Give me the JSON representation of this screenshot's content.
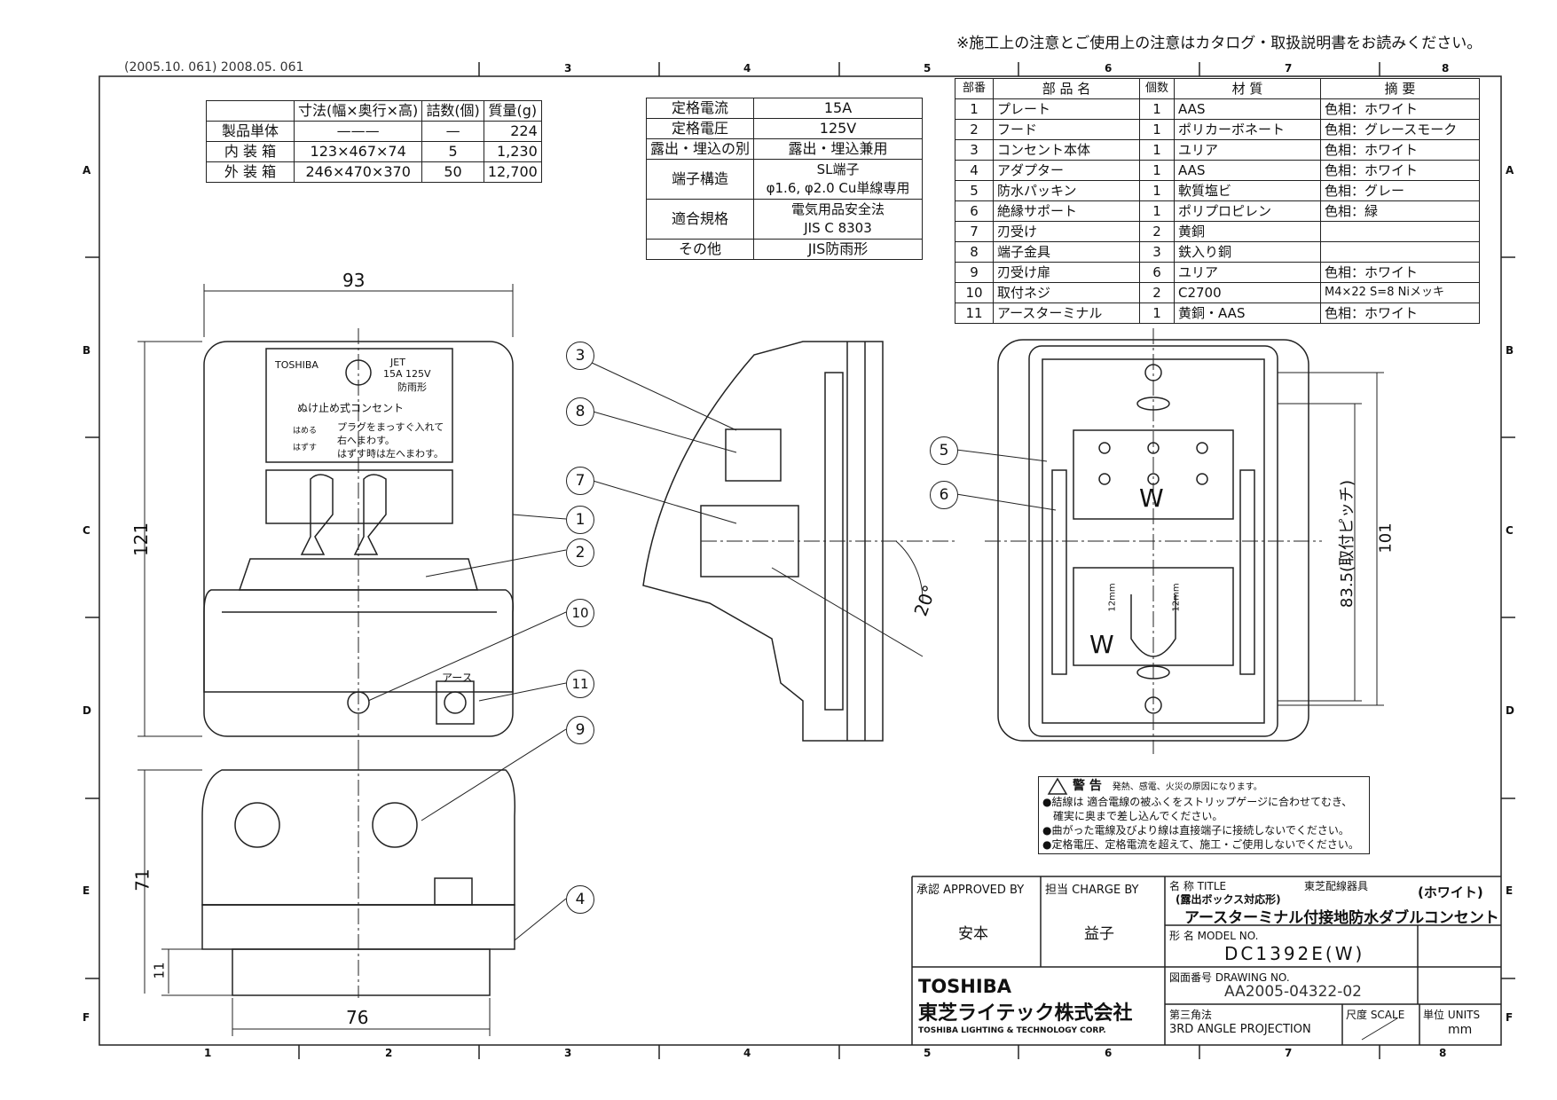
{
  "header": {
    "top_note": "※施工上の注意とご使用上の注意はカタログ・取扱説明書をお読みください。",
    "revision": "(2005.10. 061) 2008.05. 061"
  },
  "grid": {
    "columns": [
      "1",
      "2",
      "3",
      "4",
      "5",
      "6",
      "7",
      "8"
    ],
    "rows": [
      "A",
      "B",
      "C",
      "D",
      "E",
      "F"
    ]
  },
  "packing_table": {
    "headers": [
      "",
      "寸法(幅×奥行×高)",
      "詰数(個)",
      "質量(g)"
    ],
    "rows": [
      [
        "製品単体",
        "———",
        "—",
        "224"
      ],
      [
        "内 装 箱",
        "123×467×74",
        "5",
        "1,230"
      ],
      [
        "外 装 箱",
        "246×470×370",
        "50",
        "12,700"
      ]
    ]
  },
  "spec_table": {
    "rows": [
      [
        "定格電流",
        "15A"
      ],
      [
        "定格電圧",
        "125V"
      ],
      [
        "露出・埋込の別",
        "露出・埋込兼用"
      ],
      [
        "端子構造",
        "SL端子\nφ1.6, φ2.0 Cu単線専用"
      ],
      [
        "適合規格",
        "電気用品安全法\nJIS C 8303"
      ],
      [
        "その他",
        "JIS防雨形"
      ]
    ]
  },
  "parts_table": {
    "headers": [
      "部番",
      "部 品 名",
      "個数",
      "材 質",
      "摘 要"
    ],
    "rows": [
      [
        "1",
        "プレート",
        "1",
        "AAS",
        "色相：ホワイト"
      ],
      [
        "2",
        "フード",
        "1",
        "ポリカーボネート",
        "色相：グレースモーク"
      ],
      [
        "3",
        "コンセント本体",
        "1",
        "ユリア",
        "色相：ホワイト"
      ],
      [
        "4",
        "アダプター",
        "1",
        "AAS",
        "色相：ホワイト"
      ],
      [
        "5",
        "防水パッキン",
        "1",
        "軟質塩ビ",
        "色相：グレー"
      ],
      [
        "6",
        "絶縁サポート",
        "1",
        "ポリプロピレン",
        "色相：緑"
      ],
      [
        "7",
        "刃受け",
        "2",
        "黄銅",
        ""
      ],
      [
        "8",
        "端子金具",
        "3",
        "鉄入り銅",
        ""
      ],
      [
        "9",
        "刃受け扉",
        "6",
        "ユリア",
        "色相：ホワイト"
      ],
      [
        "10",
        "取付ネジ",
        "2",
        "C2700",
        "M4×22 S=8 Niメッキ"
      ],
      [
        "11",
        "アースターミナル",
        "1",
        "黄銅・AAS",
        "色相：ホワイト"
      ]
    ]
  },
  "dimensions": {
    "front_width": "93",
    "front_height": "121",
    "bottom_height": "71",
    "bottom_small": "11",
    "bottom_width": "76",
    "angle": "20°",
    "pitch": "83.5(取付ピッチ)",
    "rear_height": "101",
    "blade_1": "12mm",
    "blade_2": "12mm"
  },
  "plate": {
    "brand": "TOSHIBA",
    "jet": "JET",
    "rating": "15A 125V",
    "rain": "防雨形",
    "title": "ぬけ止め式コンセント",
    "insert": "はめる",
    "remove": "はずす",
    "instr1": "プラグをまっすぐ入れて",
    "instr2": "右へまわす。",
    "instr3": "はずす時は左へまわす。",
    "earth": "アース",
    "w1": "W",
    "w2": "W"
  },
  "callouts": [
    "1",
    "2",
    "3",
    "4",
    "5",
    "6",
    "7",
    "8",
    "9",
    "10",
    "11"
  ],
  "warning": {
    "heading": "警 告",
    "sub": "発熱、感電、火災の原因になります。",
    "lines": [
      "●結線は 適合電線の被ふくをストリップゲージに合わせてむき、",
      "　確実に奥まで差し込んでください。",
      "●曲がった電線及びより線は直接端子に接続しないでください。",
      "●定格電圧、定格電流を超えて、施工・ご使用しないでください。"
    ]
  },
  "title_block": {
    "approved_label": "承認 APPROVED BY",
    "charge_label": "担当 CHARGE BY",
    "approved": "安本",
    "charge": "益子",
    "name_label": "名 称 TITLE",
    "category": "東芝配線器具",
    "sub": "(露出ボックス対応形)",
    "color": "(ホワイト)",
    "title": "アースターミナル付接地防水ダブルコンセント",
    "model_label": "形 名 MODEL NO.",
    "model": "DC1392E(W)",
    "drawing_label": "図面番号 DRAWING NO.",
    "drawing": "AA2005-04322-02",
    "projection_label": "第三角法",
    "projection": "3RD ANGLE PROJECTION",
    "scale_label": "尺度 SCALE",
    "units_label": "単位 UNITS",
    "units": "mm",
    "company_en": "TOSHIBA",
    "company_jp": "東芝ライテック株式会社",
    "company_sub": "TOSHIBA LIGHTING & TECHNOLOGY CORP."
  }
}
